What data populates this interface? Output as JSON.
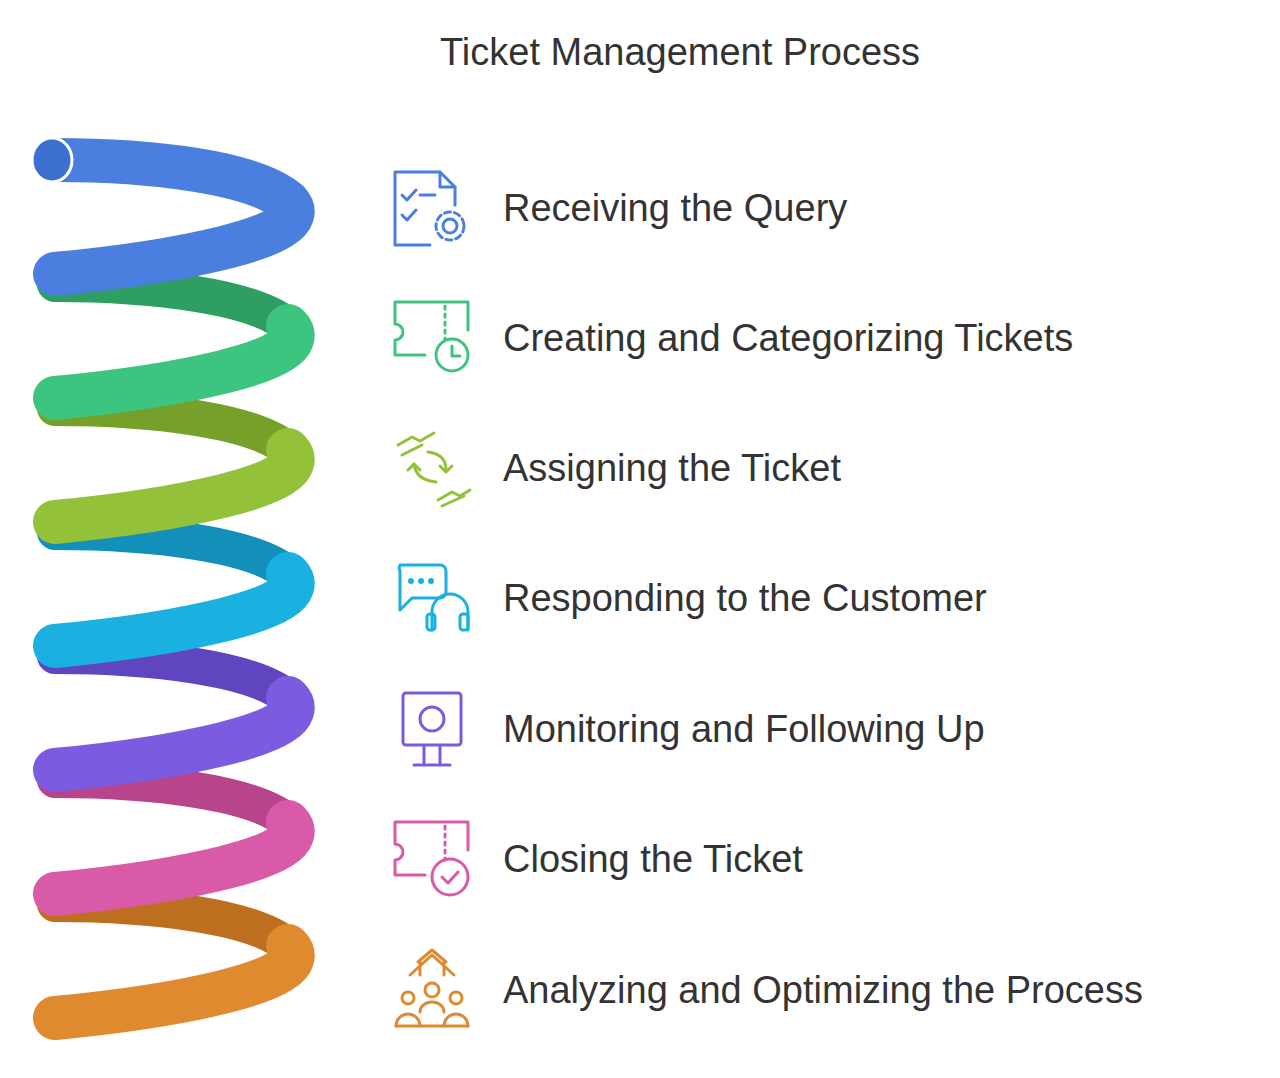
{
  "diagram": {
    "title": "Ticket Management Process",
    "labels": [
      "Receiving the Query",
      "Creating and Categorizing Tickets",
      "Assigning the Ticket",
      "Responding to the Customer",
      "Monitoring and Following Up",
      "Closing the Ticket",
      "Analyzing and Optimizing the Process"
    ]
  }
}
